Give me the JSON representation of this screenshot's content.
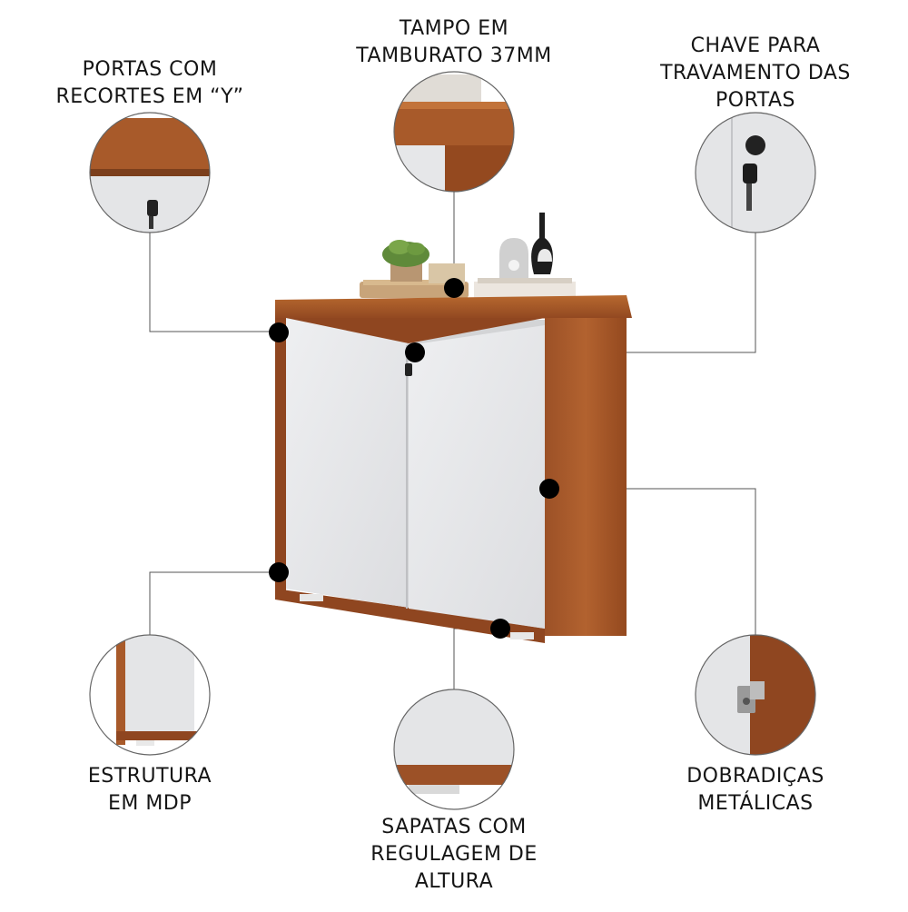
{
  "features": [
    {
      "id": "doors",
      "lines": [
        "PORTAS COM",
        "RECORTES EM “Y”"
      ]
    },
    {
      "id": "top",
      "lines": [
        "TAMPO EM",
        "TAMBURATO 37MM"
      ]
    },
    {
      "id": "lock",
      "lines": [
        "CHAVE PARA",
        "TRAVAMENTO DAS",
        "PORTAS"
      ]
    },
    {
      "id": "structure",
      "lines": [
        "ESTRUTURA",
        "EM MDP"
      ]
    },
    {
      "id": "feet",
      "lines": [
        "SAPATAS COM",
        "REGULAGEM DE",
        "ALTURA"
      ]
    },
    {
      "id": "hinges",
      "lines": [
        "DOBRADIÇAS",
        "METÁLICAS"
      ]
    }
  ],
  "colors": {
    "wood": "#a85a2a",
    "wood_dark": "#7c3f1c",
    "door": "#e7e8ea",
    "marker": "#000000",
    "line": "#555555"
  }
}
